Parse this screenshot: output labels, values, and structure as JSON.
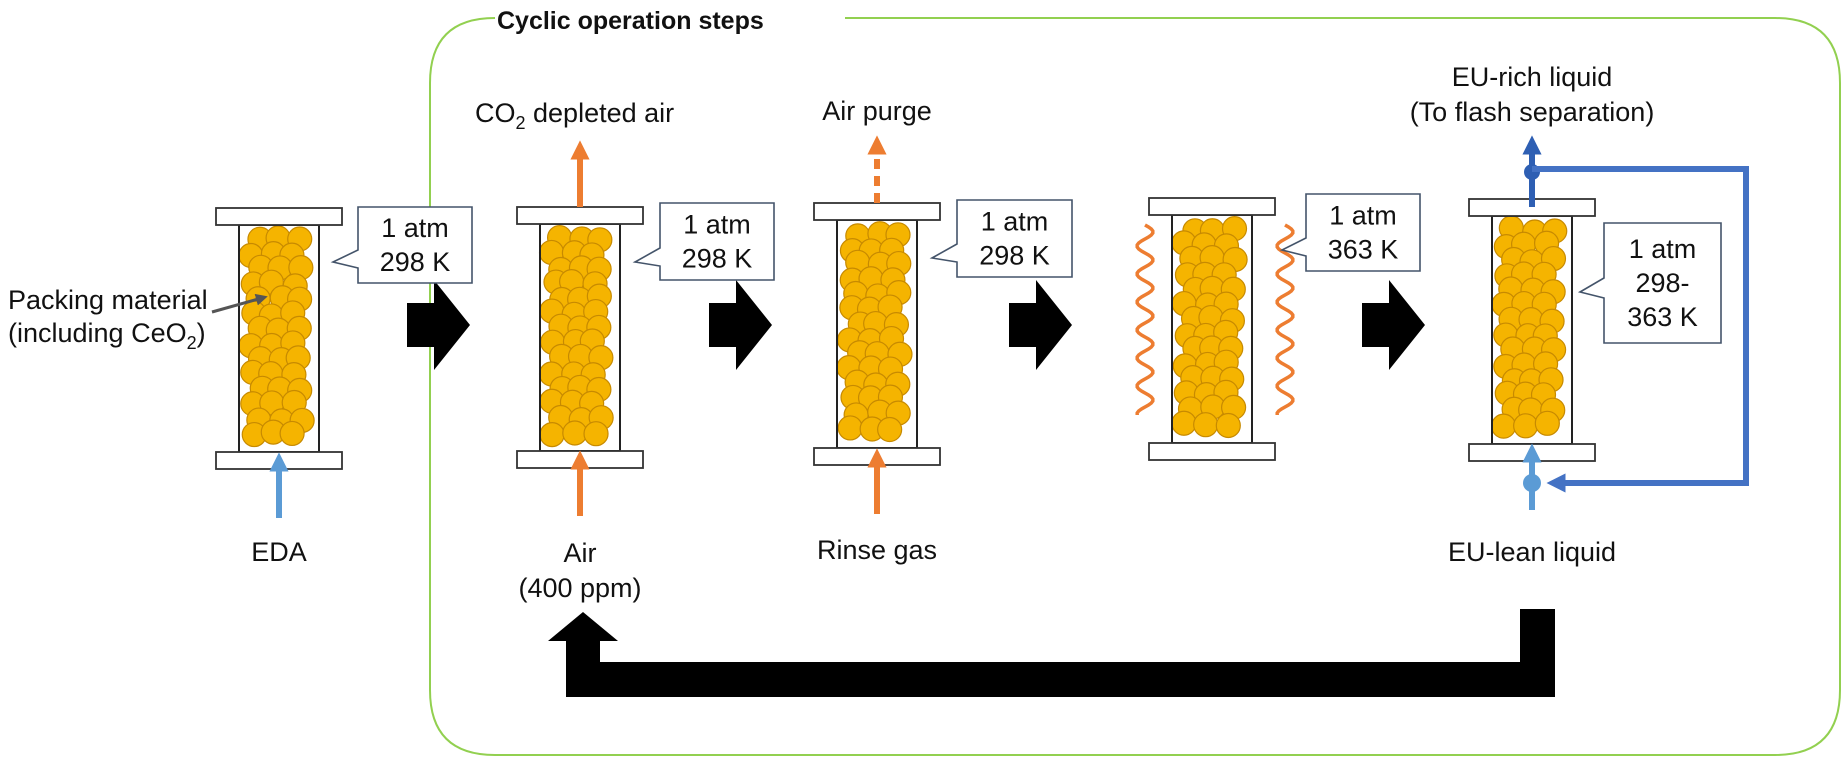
{
  "title": "Cyclic operation steps",
  "labels": {
    "packing_line1": "Packing material",
    "packing_line2_pre": "(including CeO",
    "packing_line2_sub": "2",
    "packing_line2_post": ")",
    "eda": "EDA",
    "co2_pre": "CO",
    "co2_sub": "2",
    "co2_post": " depleted air",
    "air_line1": "Air",
    "air_line2": "(400 ppm)",
    "air_purge": "Air purge",
    "rinse_gas": "Rinse gas",
    "eu_rich_line1": "EU-rich liquid",
    "eu_rich_line2": "(To flash separation)",
    "eu_lean": "EU-lean liquid"
  },
  "conditions": [
    {
      "line1": "1 atm",
      "line2": "298 K"
    },
    {
      "line1": "1 atm",
      "line2": "298 K"
    },
    {
      "line1": "1 atm",
      "line2": "298 K"
    },
    {
      "line1": "1 atm",
      "line2": "363 K"
    },
    {
      "line1": "1 atm",
      "line2": "298-",
      "line3": "363 K"
    }
  ],
  "colors": {
    "packing": "#f5b400",
    "packing_edge": "#c78a00",
    "orange_flow": "#ed7d31",
    "light_blue_flow": "#5b9bd5",
    "dark_blue_flow": "#2e5fb3",
    "loop_blue": "#4472c4",
    "frame_green": "#92d050",
    "callout_border": "#44546a",
    "step_arrow": "#000000"
  }
}
